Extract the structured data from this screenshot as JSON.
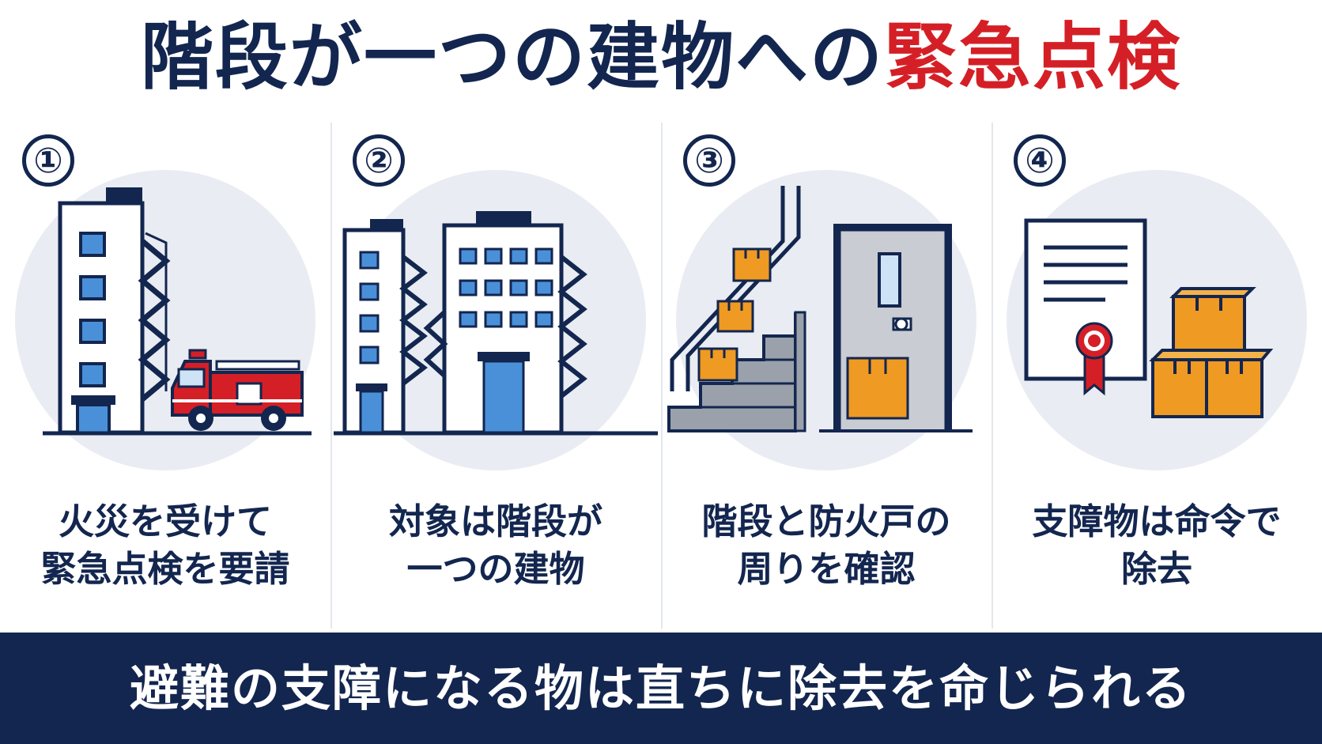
{
  "title": {
    "main": "階段が一つの建物への",
    "accent": "緊急点検"
  },
  "colors": {
    "navy": "#13264f",
    "red": "#d51f26",
    "orange": "#ef9a22",
    "circle": "#e9ecf2",
    "window": "#4a90d9"
  },
  "steps": [
    {
      "number": "①",
      "line1": "火災を受けて",
      "line2": "緊急点検を要請"
    },
    {
      "number": "②",
      "line1": "対象は階段が",
      "line2": "一つの建物"
    },
    {
      "number": "③",
      "line1": "階段と防火戸の",
      "line2": "周りを確認"
    },
    {
      "number": "④",
      "line1": "支障物は命令で",
      "line2": "除去"
    }
  ],
  "footer": {
    "text": "避難の支障になる物は直ちに除去を命じられる"
  }
}
